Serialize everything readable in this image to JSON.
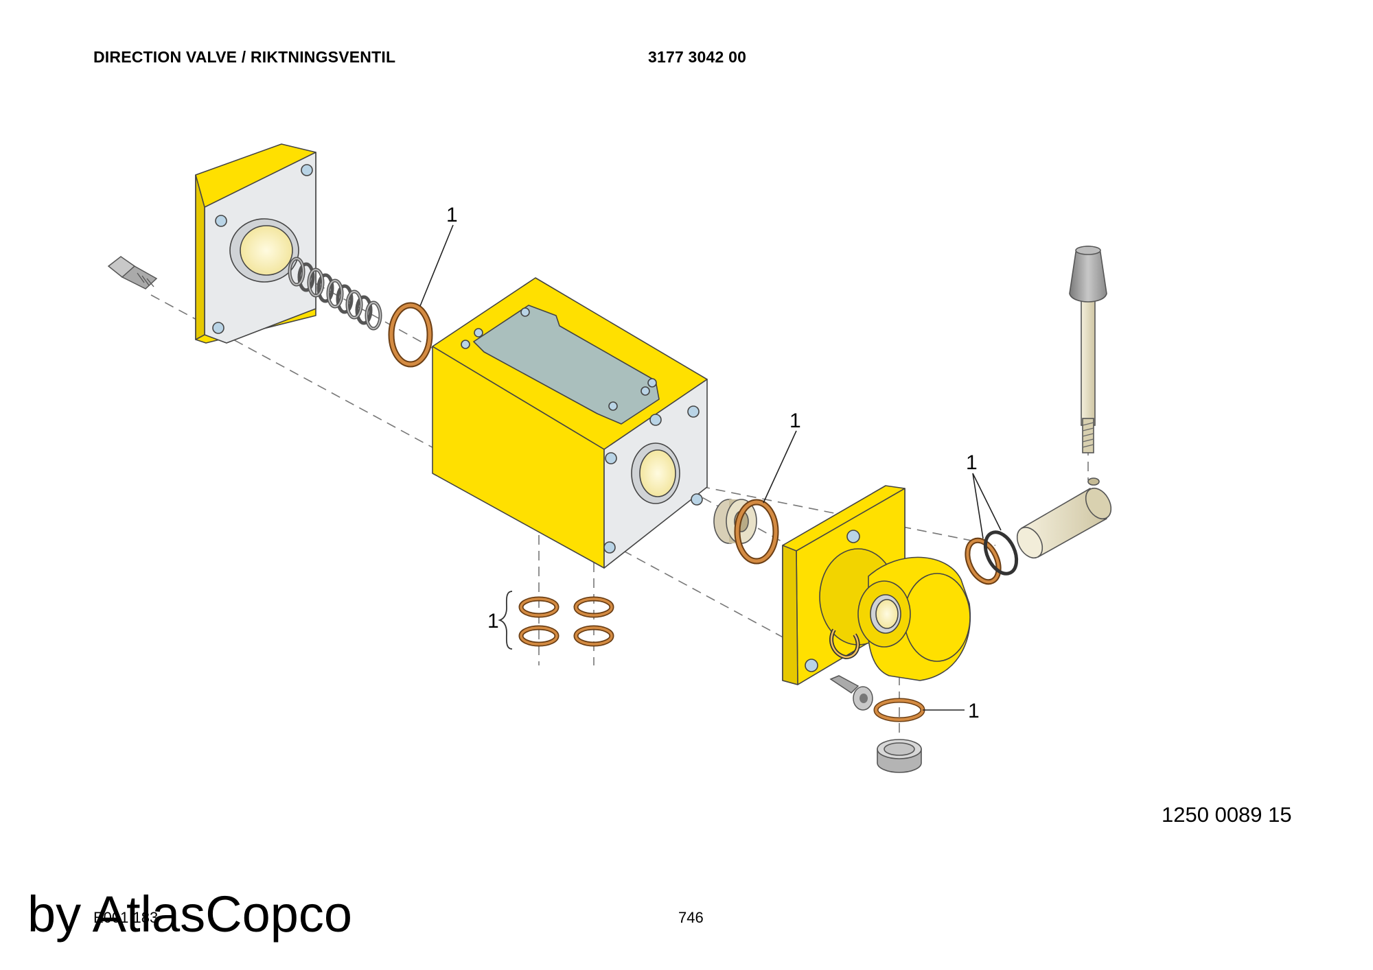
{
  "header": {
    "title": "DIRECTION VALVE / RIKTNINGSVENTIL",
    "part_number": "3177 3042 00"
  },
  "callouts": {
    "oring_top": "1",
    "oring_middle": "1",
    "oring_pair_right": "1",
    "oring_group_bottom": "1",
    "oring_plug": "1"
  },
  "footer": {
    "drawing_number": "1250 0089 15",
    "brand": "by AtlasCopco",
    "page_code": "E001 183",
    "page_number": "746"
  },
  "colors": {
    "body_yellow": "#ffe000",
    "face_grey": "#e8eaec",
    "gasket_green": "#aabfbd",
    "oring_orange": "#c8803a",
    "handle_beige": "#e6dfc4",
    "knob_grey": "#9a9a9a"
  }
}
